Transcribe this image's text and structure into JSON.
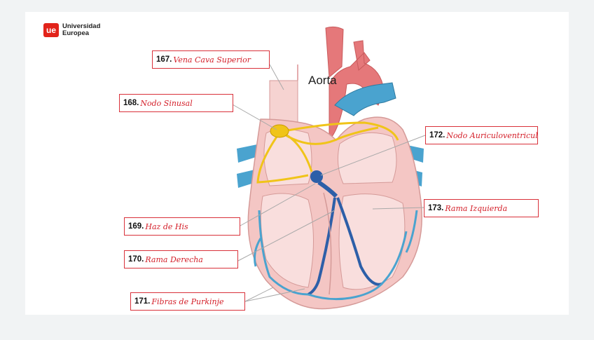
{
  "logo": {
    "mark": "ue",
    "line1": "Universidad",
    "line2": "Europea"
  },
  "aorta_label": "Aorta",
  "labels": [
    {
      "num": "167.",
      "text": "Vena Cava Superior"
    },
    {
      "num": "168.",
      "text": "Nodo Sinusal"
    },
    {
      "num": "169.",
      "text": "Haz de His"
    },
    {
      "num": "170.",
      "text": "Rama Derecha"
    },
    {
      "num": "171.",
      "text": "Fibras de Purkinje"
    },
    {
      "num": "172.",
      "text": "Nodo Auriculoventricular"
    },
    {
      "num": "173.",
      "text": "Rama Izquierda"
    }
  ],
  "colors": {
    "label_border": "#d9313a",
    "handwriting": "#d4202a",
    "heart_fill": "#f4c6c4",
    "aorta": "#e5787a",
    "vessel_blue": "#4aa3cf",
    "conduction_yellow": "#f0c419",
    "his_blue": "#2d5fa8"
  }
}
